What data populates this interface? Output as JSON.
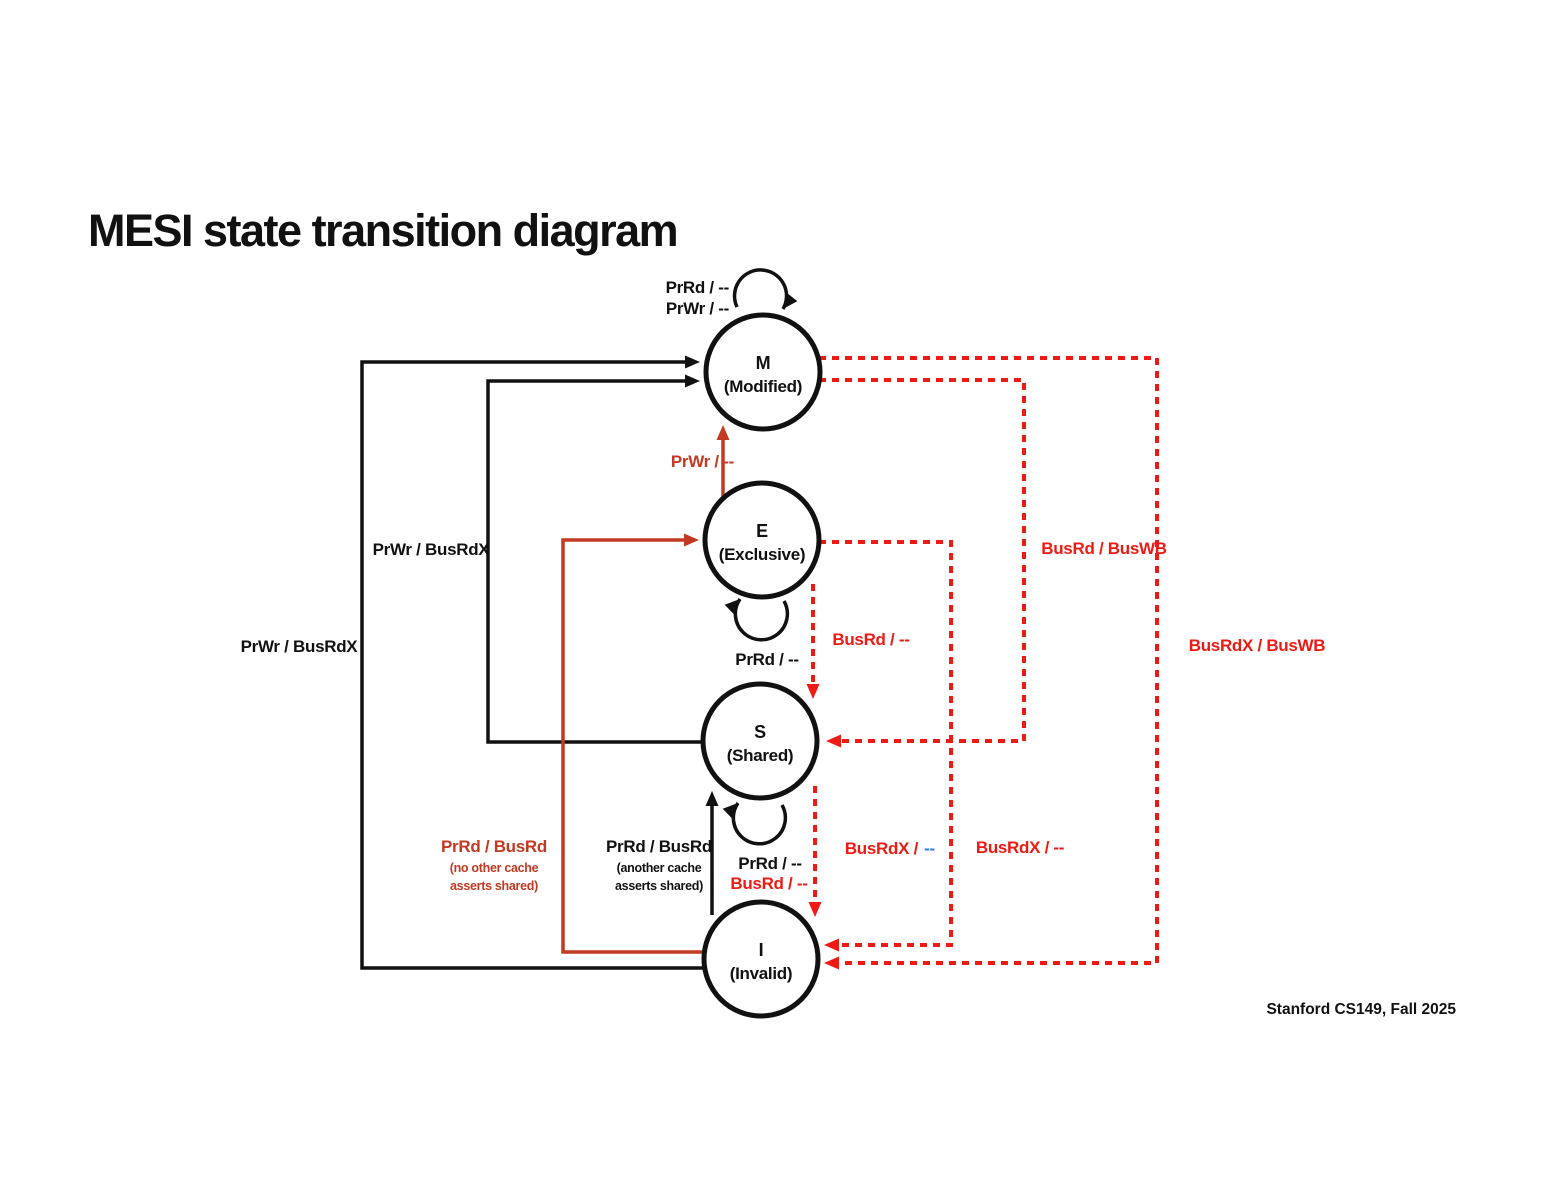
{
  "slide": {
    "title": "MESI state transition diagram",
    "footer": "Stanford CS149, Fall 2025"
  },
  "colors": {
    "paper": "#ffffff",
    "ink": "#111111",
    "procRed": "#c23a22",
    "busRed": "#ee1a14",
    "hlBlue": "#2d7ce5"
  },
  "states": {
    "m": {
      "letter": "M",
      "name": "(Modified)"
    },
    "e": {
      "letter": "E",
      "name": "(Exclusive)"
    },
    "s": {
      "letter": "S",
      "name": "(Shared)"
    },
    "i": {
      "letter": "I",
      "name": "(Invalid)"
    }
  },
  "transitions": {
    "m_self": {
      "from": "M",
      "to": "M",
      "line1": "PrRd / --",
      "line2": "PrWr / --"
    },
    "e_self": {
      "from": "E",
      "to": "E",
      "label": "PrRd / --"
    },
    "s_self": {
      "from": "S",
      "to": "S",
      "line1": "PrRd / --",
      "line2": "BusRd / --"
    },
    "e_to_m": {
      "from": "E",
      "to": "M",
      "label": "PrWr / --"
    },
    "s_to_m": {
      "from": "S",
      "to": "M",
      "label": "PrWr / BusRdX"
    },
    "i_to_m": {
      "from": "I",
      "to": "M",
      "label": "PrWr / BusRdX"
    },
    "i_to_e": {
      "from": "I",
      "to": "E",
      "label": "PrRd / BusRd",
      "note1": "(no other cache",
      "note2": "asserts shared)"
    },
    "i_to_s": {
      "from": "I",
      "to": "S",
      "label": "PrRd / BusRd",
      "note1": "(another cache",
      "note2": "asserts shared)"
    },
    "e_to_s": {
      "from": "E",
      "to": "S",
      "label": "BusRd / --"
    },
    "s_to_i": {
      "from": "S",
      "to": "I",
      "event": "BusRdX /",
      "action": "--"
    },
    "e_to_i": {
      "from": "E",
      "to": "I",
      "label": "BusRdX / --"
    },
    "m_to_s": {
      "from": "M",
      "to": "S",
      "label": "BusRd / BusWB"
    },
    "m_to_i": {
      "from": "M",
      "to": "I",
      "label": "BusRdX / BusWB"
    }
  }
}
